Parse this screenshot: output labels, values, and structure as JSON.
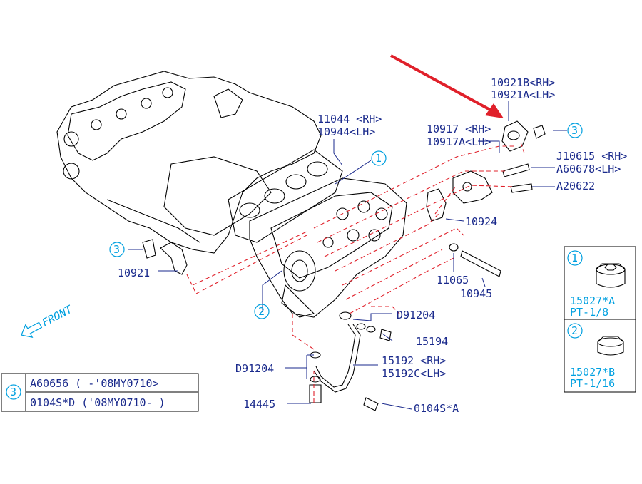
{
  "labels": {
    "p10921b": "10921B<RH>",
    "p10921a": "10921A<LH>",
    "p11044": "11044 <RH>",
    "p10944": "10944<LH>",
    "p10917": "10917 <RH>",
    "p10917a": "10917A<LH>",
    "pj10615": "J10615 <RH>",
    "pa60678": "A60678<LH>",
    "pa20622": "A20622",
    "p10924": "10924",
    "p10921": "10921",
    "p11065": "11065",
    "p10945": "10945",
    "pd91204a": "D91204",
    "p15194": "15194",
    "p15192": "15192 <RH>",
    "p15192c": "15192C<LH>",
    "pd91204b": "D91204",
    "p14445": "14445",
    "p0104sa": "0104S*A",
    "front": "FRONT"
  },
  "callouts": {
    "c1": "1",
    "c2": "2",
    "c3": "3"
  },
  "legend_table": {
    "marker": "3",
    "row1": "A60656 ( -'08MY0710>",
    "row2": "0104S*D ('08MY0710- )"
  },
  "inset": {
    "item1_marker": "1",
    "item1_part": "15027*A",
    "item1_spec": "PT-1/8",
    "item2_marker": "2",
    "item2_part": "15027*B",
    "item2_spec": "PT-1/16"
  },
  "colors": {
    "arrow": "#e0202a",
    "label": "#1a2a8c",
    "cyan": "#00a0e0",
    "dashed_lines": "#e0202a"
  }
}
